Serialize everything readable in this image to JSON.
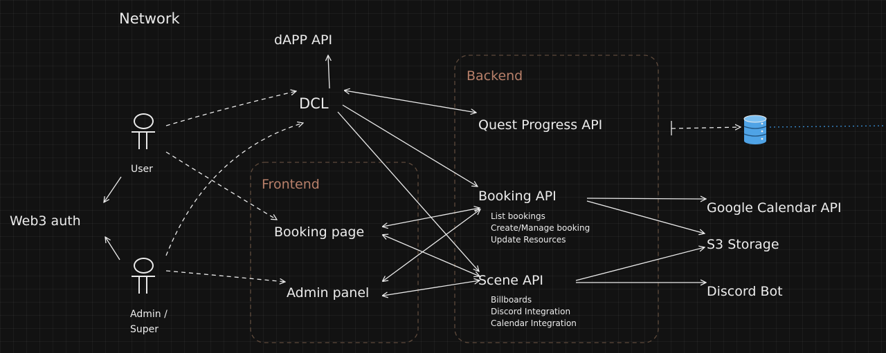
{
  "title": "Network",
  "groups": {
    "backend": "Backend",
    "frontend": "Frontend"
  },
  "nodes": {
    "dapp_api": "dAPP API",
    "dcl": "DCL",
    "user": "User",
    "admin": [
      "Admin /",
      "Super"
    ],
    "web3_auth": "Web3 auth",
    "booking_page": "Booking page",
    "admin_panel": "Admin panel",
    "quest_progress_api": "Quest Progress API",
    "booking_api": "Booking API",
    "booking_api_items": [
      "List bookings",
      "Create/Manage booking",
      "Update Resources"
    ],
    "scene_api": "Scene API",
    "scene_api_items": [
      "Billboards",
      "Discord Integration",
      "Calendar Integration"
    ],
    "google_calendar_api": "Google Calendar API",
    "s3_storage": "S3 Storage",
    "discord_bot": "Discord Bot"
  },
  "icons": {
    "user": "person-icon",
    "admin": "person-icon",
    "database": "database-icon"
  },
  "colors": {
    "background": "#121212",
    "text": "#ececec",
    "group_label": "#b8806a",
    "group_border": "#5e4a3c",
    "database": "#4fa3e6",
    "dotted_link": "#3a8fd6"
  }
}
